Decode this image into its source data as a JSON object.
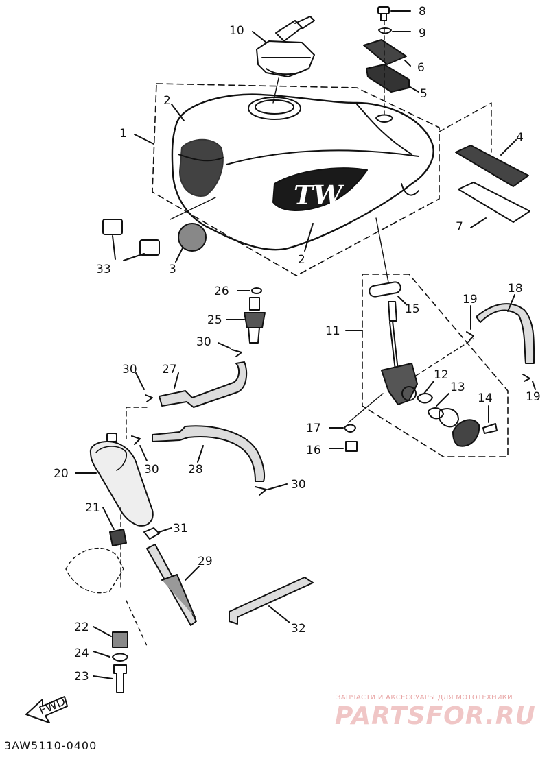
{
  "diagram": {
    "callouts": [
      {
        "id": "c1",
        "text": "1"
      },
      {
        "id": "c2a",
        "text": "2"
      },
      {
        "id": "c2b",
        "text": "2"
      },
      {
        "id": "c3",
        "text": "3"
      },
      {
        "id": "c4",
        "text": "4"
      },
      {
        "id": "c5",
        "text": "5"
      },
      {
        "id": "c6",
        "text": "6"
      },
      {
        "id": "c7",
        "text": "7"
      },
      {
        "id": "c8",
        "text": "8"
      },
      {
        "id": "c9",
        "text": "9"
      },
      {
        "id": "c10",
        "text": "10"
      },
      {
        "id": "c11",
        "text": "11"
      },
      {
        "id": "c12",
        "text": "12"
      },
      {
        "id": "c13",
        "text": "13"
      },
      {
        "id": "c14",
        "text": "14"
      },
      {
        "id": "c15",
        "text": "15"
      },
      {
        "id": "c16",
        "text": "16"
      },
      {
        "id": "c17",
        "text": "17"
      },
      {
        "id": "c18",
        "text": "18"
      },
      {
        "id": "c19a",
        "text": "19"
      },
      {
        "id": "c19b",
        "text": "19"
      },
      {
        "id": "c20",
        "text": "20"
      },
      {
        "id": "c21",
        "text": "21"
      },
      {
        "id": "c22",
        "text": "22"
      },
      {
        "id": "c23",
        "text": "23"
      },
      {
        "id": "c24",
        "text": "24"
      },
      {
        "id": "c25",
        "text": "25"
      },
      {
        "id": "c26",
        "text": "26"
      },
      {
        "id": "c27",
        "text": "27"
      },
      {
        "id": "c28",
        "text": "28"
      },
      {
        "id": "c29",
        "text": "29"
      },
      {
        "id": "c30a",
        "text": "30"
      },
      {
        "id": "c30b",
        "text": "30"
      },
      {
        "id": "c30c",
        "text": "30"
      },
      {
        "id": "c30d",
        "text": "30"
      },
      {
        "id": "c31",
        "text": "31"
      },
      {
        "id": "c32",
        "text": "32"
      },
      {
        "id": "c33",
        "text": "33"
      }
    ],
    "tank_logo": "TW",
    "fwd_label": "FWD",
    "drawing_code": "3AW5110-0400"
  },
  "watermark": {
    "tagline": "ЗАПЧАСТИ И АКСЕССУАРЫ ДЛЯ МОТОТЕХНИКИ",
    "brand": "PARTSFOR.RU"
  },
  "colors": {
    "ink": "#111111",
    "paper": "#ffffff",
    "watermark": "#e8a4a4"
  }
}
